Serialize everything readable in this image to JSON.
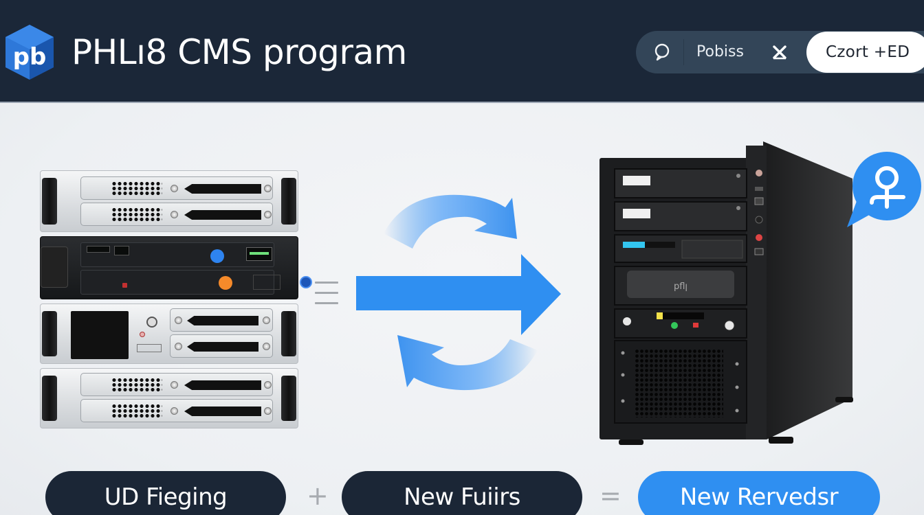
{
  "header": {
    "logo_text": "pb",
    "title": "PHLı8 CMS program",
    "toolbar": {
      "search_icon": "chat-bubble-icon",
      "label": "Pobiss",
      "tools_icon": "cross-tools-icon",
      "create_button": "Czort +ED"
    }
  },
  "colors": {
    "header_bg": "#1b2738",
    "toolbar_bg": "#334558",
    "accent_blue": "#2f8ff1",
    "pill_dark": "#1b2636",
    "page_bg": "#eef0f3"
  },
  "illustration": {
    "left": "rack-server-stack",
    "center": "transfer-arrows",
    "right": "tower-server",
    "tower_front_label": "pflꞁ",
    "badge": "user-badge-icon"
  },
  "equation": {
    "items": [
      {
        "label": "UD Fieging",
        "style": "dark"
      },
      {
        "label": "New Fuiirs",
        "style": "dark"
      },
      {
        "label": "New Rervedsr",
        "style": "blue"
      }
    ],
    "operators": [
      "+",
      "="
    ],
    "left_operator": "≡"
  }
}
